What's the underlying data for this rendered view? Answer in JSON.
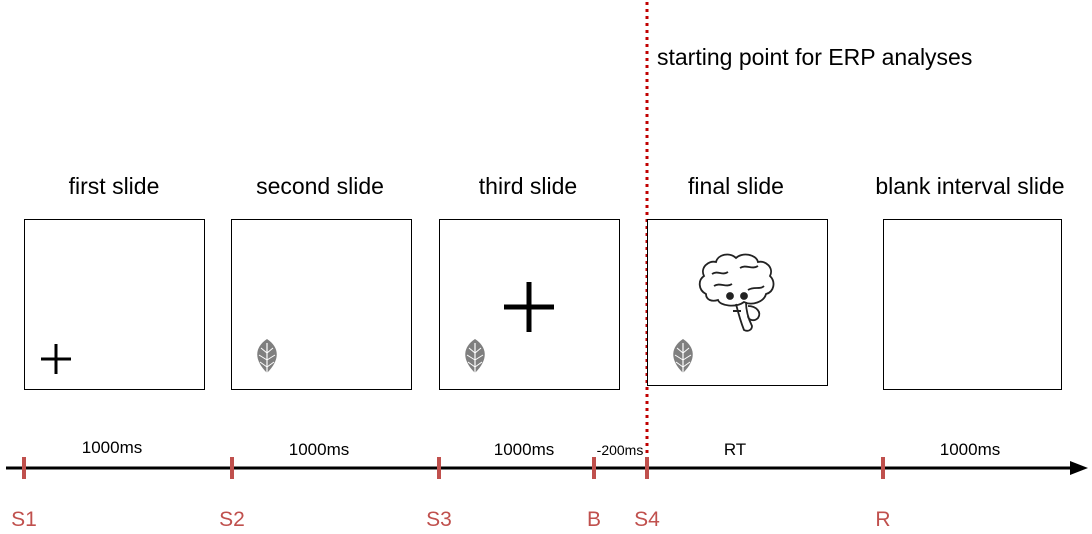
{
  "erp_label": "starting point for ERP analyses",
  "slides": [
    {
      "title": "first slide",
      "content": "cross-small"
    },
    {
      "title": "second slide",
      "content": "leaf"
    },
    {
      "title": "third slide",
      "content": "leaf-and-cross"
    },
    {
      "title": "final slide",
      "content": "leaf-and-brain"
    },
    {
      "title": "blank interval slide",
      "content": "blank"
    }
  ],
  "durations": [
    "1000ms",
    "1000ms",
    "1000ms",
    "-200ms",
    "RT",
    "1000ms"
  ],
  "markers": [
    "S1",
    "S2",
    "S3",
    "B",
    "S4",
    "R"
  ],
  "colors": {
    "marker": "#c0504d",
    "dotted_line": "#c00000",
    "leaf": "#7f7f7f"
  }
}
